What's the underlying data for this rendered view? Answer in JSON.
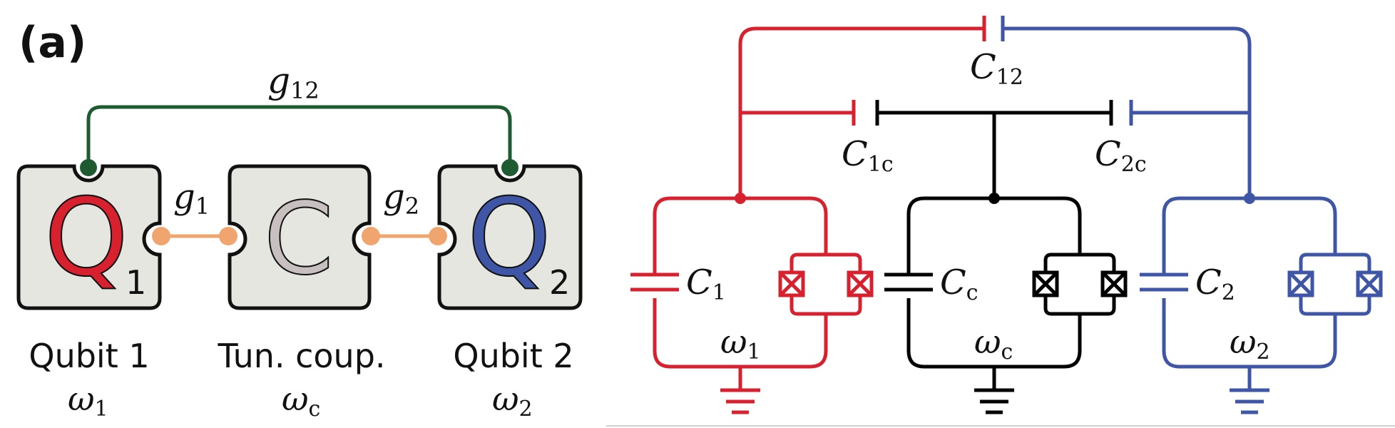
{
  "panel_label": "(a)",
  "colors": {
    "qubit1": "#d7212e",
    "qubit2": "#3f56a6",
    "coupler": "#000000",
    "direct_coupling": "#1e5b31",
    "coupling_line": "#f0a56e",
    "box_fill": "#e6e6e1",
    "coupler_letter": "#c8c0c0"
  },
  "schematic": {
    "coupling_direct": "g12",
    "coupling_1": "g1",
    "coupling_2": "g2",
    "qubit1": {
      "letter": "Q",
      "index": "1",
      "name": "Qubit 1",
      "freq": "ω1"
    },
    "coupler": {
      "letter": "C",
      "name": "Tun. coup.",
      "freq": "ωc"
    },
    "qubit2": {
      "letter": "Q",
      "index": "2",
      "name": "Qubit 2",
      "freq": "ω2"
    }
  },
  "circuit": {
    "c12": "C12",
    "c1c": "C1c",
    "c2c": "C2c",
    "c1": "C1",
    "cc": "Cc",
    "c2": "C2",
    "w1": "ω1",
    "wc": "ωc",
    "w2": "ω2"
  }
}
